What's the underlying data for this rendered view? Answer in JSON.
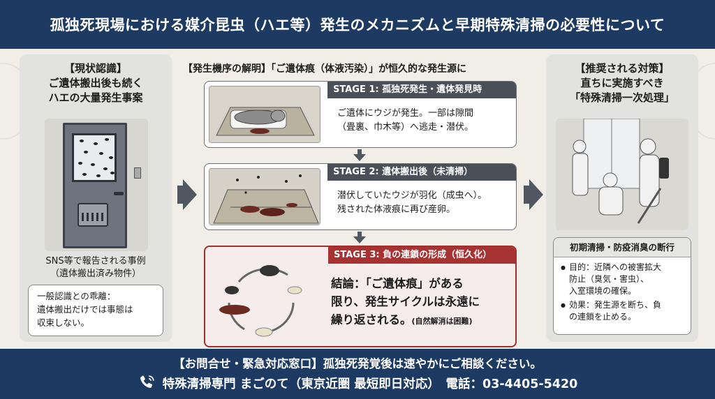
{
  "header": {
    "title": "孤独死現場における媒介昆虫（ハエ等）発生のメカニズムと早期特殊清掃の必要性について"
  },
  "left": {
    "heading_line1": "【現状認識】",
    "heading_line2": "ご遺体搬出後も続く",
    "heading_line3": "ハエの大量発生事案",
    "caption_line1": "SNS等で報告される事例",
    "caption_line2": "（遺体搬出済み物件）",
    "box_line1": "一般認識との乖離：",
    "box_line2": "遺体搬出だけでは事態は",
    "box_line3": "収束しない。"
  },
  "center": {
    "heading": "【発生機序の解明】「ご遺体痕（体液汚染）」が恒久的な発生源に",
    "stage1_title": "STAGE 1: 孤独死発生・遺体発見時",
    "stage1_line1": "ご遺体にウジが発生。一部は隙間",
    "stage1_line2": "（畳裏、巾木等）へ逃走・潜伏。",
    "stage2_title": "STAGE 2: 遺体搬出後（未清掃）",
    "stage2_line1": "潜伏していたウジが羽化（成虫へ）。",
    "stage2_line2": "残された体液痕に再び産卵。",
    "stage3_title": "STAGE 3: 負の連鎖の形成（恒久化）",
    "stage3_line1": "結論：「ご遺体痕」がある",
    "stage3_line2": "限り、発生サイクルは永遠に",
    "stage3_line3": "繰り返される。",
    "stage3_small": "(自然解消は困難)"
  },
  "right": {
    "heading_line1": "【推奨される対策】",
    "heading_line2": "直ちに実施すべき",
    "heading_line3": "「特殊清掃一次処理」",
    "box_title": "初期清掃・防疫消臭の断行",
    "item1_line1": "目的：近隣への被害拡大",
    "item1_line2": "防止（臭気・害虫）、",
    "item1_line3": "入室環境の確保。",
    "item2_line1": "効果：発生源を断ち、負",
    "item2_line2": "の連鎖を止める。"
  },
  "footer": {
    "line1": "【お問合せ・緊急対応窓口】孤独死発覚後は速やかにご相談ください。",
    "line2": "特殊清掃専門 まごのて（東京近圏 最短即日対応）　電話：03-4405-5420"
  },
  "colors": {
    "navy": "#1d3a63",
    "stage_gray": "#4b5058",
    "stage_red": "#a73232"
  }
}
